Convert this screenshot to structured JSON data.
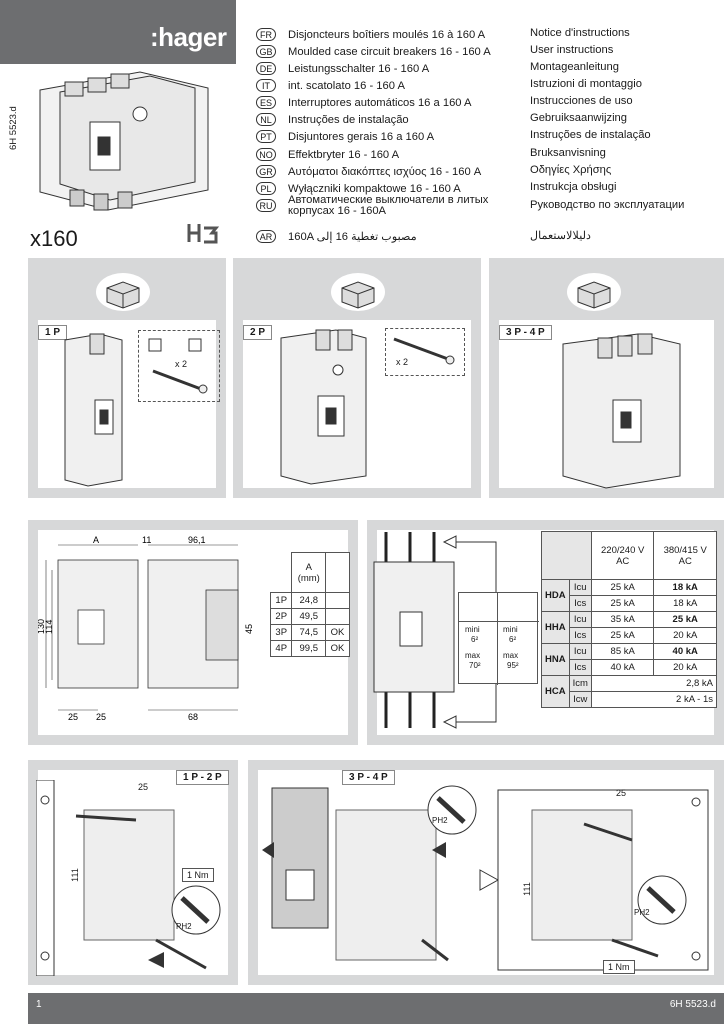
{
  "header": {
    "brand": ":hager",
    "doc_ref": "6H 5523.d",
    "quantity": "x160",
    "languages": [
      {
        "code": "FR",
        "title": "Disjoncteurs boîtiers moulés 16 à 160 A",
        "subtitle": "Notice d'instructions"
      },
      {
        "code": "GB",
        "title": "Moulded case circuit breakers 16 - 160 A",
        "subtitle": "User instructions"
      },
      {
        "code": "DE",
        "title": "Leistungsschalter 16 - 160 A",
        "subtitle": "Montageanleitung"
      },
      {
        "code": "IT",
        "title": "int. scatolato 16 - 160 A",
        "subtitle": "Istruzioni di montaggio"
      },
      {
        "code": "ES",
        "title": "Interruptores automáticos 16 a 160 A",
        "subtitle": "Instrucciones de uso"
      },
      {
        "code": "NL",
        "title": "Instruções de instalação",
        "subtitle": "Gebruiksaanwijzing"
      },
      {
        "code": "PT",
        "title": "Disjuntores gerais 16 a 160 A",
        "subtitle": "Instruções de instalação"
      },
      {
        "code": "NO",
        "title": "Effektbryter 16 - 160 A",
        "subtitle": "Bruksanvisning"
      },
      {
        "code": "GR",
        "title": "Αυτόματοι διακόπτες ισχύος 16 - 160 A",
        "subtitle": "Οδηγίες Χρήσης"
      },
      {
        "code": "PL",
        "title": "Wyłączniki kompaktowe 16 - 160 A",
        "subtitle": "Instrukcja obsługi"
      },
      {
        "code": "RU",
        "title": "Автоматические выключатели в литых корпусах 16 - 160А",
        "subtitle": "Руководство по эксплуатации"
      },
      {
        "code": "AR",
        "title": "160A مصبوب تغطية 16 إلى",
        "subtitle": "دليلالاستعمال"
      }
    ]
  },
  "packages": [
    {
      "label": "1 P",
      "qty": "x 2"
    },
    {
      "label": "2 P",
      "qty": "x 2"
    },
    {
      "label": "3 P - 4 P",
      "qty": ""
    }
  ],
  "dimensions": {
    "A": "A",
    "w1": "11",
    "w2": "96,1",
    "h1": "130",
    "h2": "114",
    "h3": "45",
    "b1": "25",
    "b2": "25",
    "b3": "68",
    "table_header": "A\n(mm)",
    "rows": [
      {
        "pole": "1P",
        "a": "24,8",
        "ok": ""
      },
      {
        "pole": "2P",
        "a": "49,5",
        "ok": ""
      },
      {
        "pole": "3P",
        "a": "74,5",
        "ok": "OK"
      },
      {
        "pole": "4P",
        "a": "99,5",
        "ok": "OK"
      }
    ]
  },
  "wiring": {
    "mini_label": "mini",
    "max_label": "max",
    "left": {
      "mini": "6²",
      "max": "70²"
    },
    "right": {
      "mini": "6²",
      "max": "95²"
    }
  },
  "ratings": {
    "col1": "220/240 V AC",
    "col2": "380/415 V AC",
    "groups": [
      {
        "name": "HDA",
        "rows": [
          {
            "k": "Icu",
            "v1": "25 kA",
            "v2": "18 kA"
          },
          {
            "k": "Ics",
            "v1": "25 kA",
            "v2": "18 kA"
          }
        ]
      },
      {
        "name": "HHA",
        "rows": [
          {
            "k": "Icu",
            "v1": "35 kA",
            "v2": "25 kA"
          },
          {
            "k": "Ics",
            "v1": "25 kA",
            "v2": "20 kA"
          }
        ]
      },
      {
        "name": "HNA",
        "rows": [
          {
            "k": "Icu",
            "v1": "85 kA",
            "v2": "40 kA"
          },
          {
            "k": "Ics",
            "v1": "40 kA",
            "v2": "20 kA"
          }
        ]
      },
      {
        "name": "HCA",
        "rows": [
          {
            "k": "Icm",
            "v1": "",
            "v2": "2,8 kA"
          },
          {
            "k": "Icw",
            "v1": "",
            "v2": "2 kA - 1s"
          }
        ]
      }
    ]
  },
  "mounting": {
    "left_tag": "1 P - 2 P",
    "right_tag": "3 P - 4 P",
    "dim_25": "25",
    "dim_111": "111",
    "torque": "1 Nm",
    "screwdriver": "PH2"
  },
  "footer": {
    "page": "1",
    "ref": "6H 5523.d"
  }
}
